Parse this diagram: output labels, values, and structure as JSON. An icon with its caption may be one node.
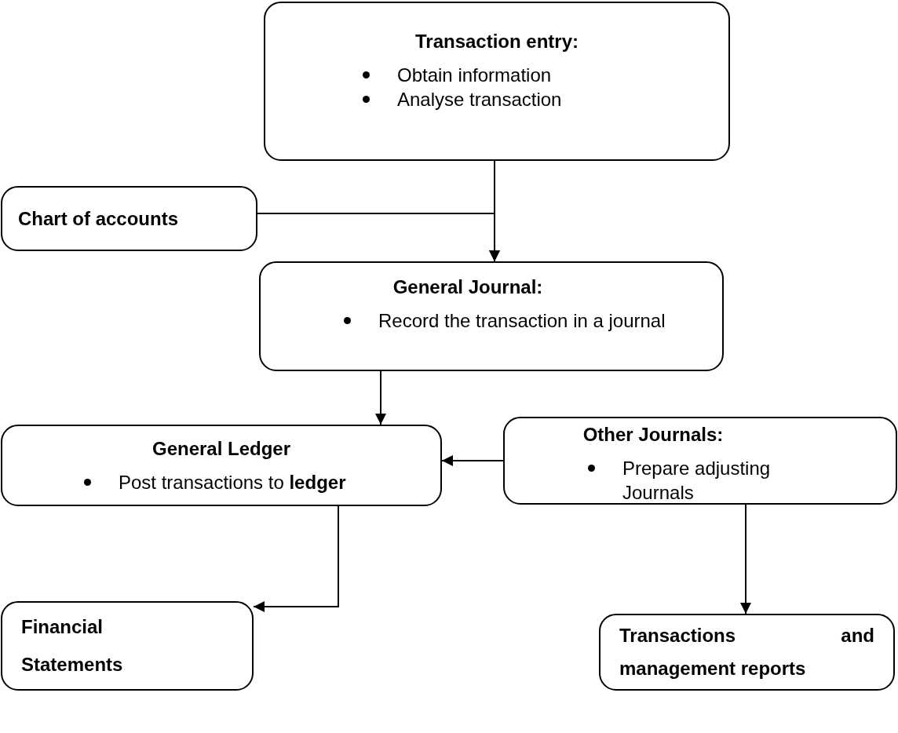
{
  "diagram": {
    "nodes": [
      {
        "text": [
          "Transaction entry:",
          "Obtain information",
          "Analyse transaction"
        ]
      },
      {
        "text": [
          "Chart of accounts"
        ]
      },
      {
        "text": [
          "General Journal:",
          "Record the transaction in a journal"
        ]
      },
      {
        "text": [
          "General Ledger",
          "Post transactions to **ledger**"
        ]
      },
      {
        "text": [
          "Other Journals:",
          "Prepare adjusting Journals"
        ]
      },
      {
        "text": [
          "Financial Statements"
        ]
      },
      {
        "text": [
          "Transactions and management reports"
        ]
      }
    ],
    "edges": [
      {
        "from": 0,
        "to": 2,
        "arrow": "to"
      },
      {
        "from": 1,
        "to": 2,
        "arrow": "to"
      },
      {
        "from": 2,
        "to": 3,
        "arrow": "to"
      },
      {
        "from": 4,
        "to": 3,
        "arrow": "to"
      },
      {
        "from": 3,
        "to": 5,
        "arrow": "to"
      },
      {
        "from": 4,
        "to": 6,
        "arrow": "to"
      }
    ]
  }
}
